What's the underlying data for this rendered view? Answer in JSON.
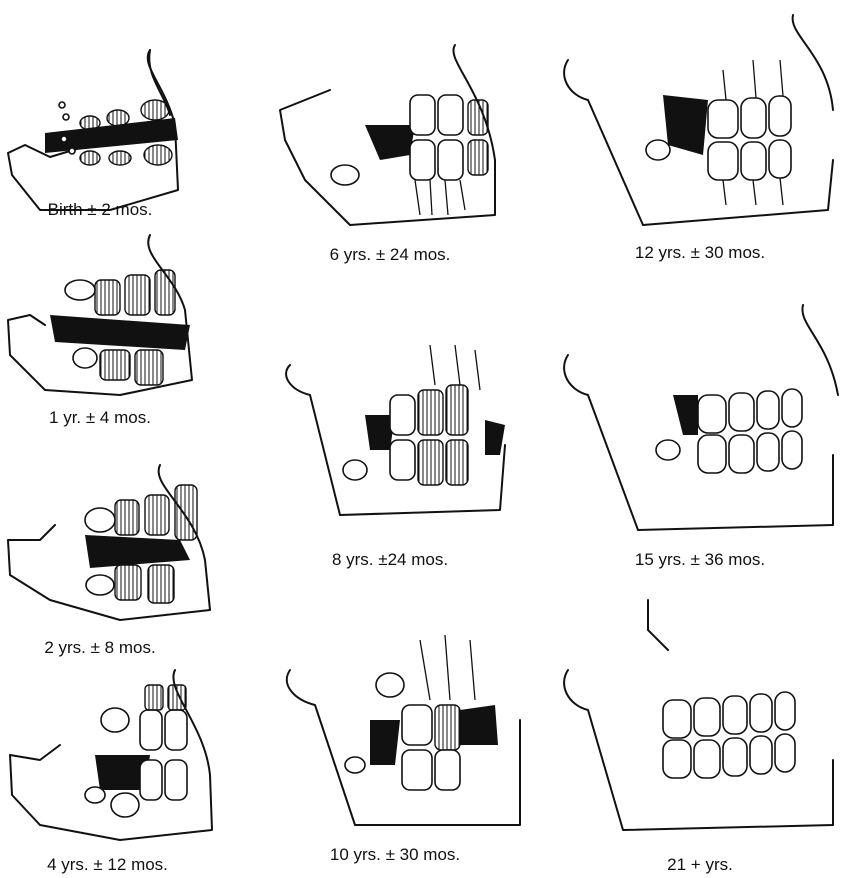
{
  "panels": [
    {
      "id": "birth",
      "caption": "Birth ± 2 mos."
    },
    {
      "id": "1yr",
      "caption": "1 yr. ± 4 mos."
    },
    {
      "id": "2yr",
      "caption": "2 yrs. ± 8 mos."
    },
    {
      "id": "4yr",
      "caption": "4 yrs. ± 12 mos."
    },
    {
      "id": "6yr",
      "caption": "6 yrs. ± 24 mos."
    },
    {
      "id": "8yr",
      "caption": "8 yrs. ±24 mos."
    },
    {
      "id": "10yr",
      "caption": "10 yrs. ± 30 mos."
    },
    {
      "id": "12yr",
      "caption": "12 yrs. ± 30 mos."
    },
    {
      "id": "15yr",
      "caption": "15 yrs. ± 36 mos."
    },
    {
      "id": "21yr",
      "caption": "21 + yrs."
    }
  ]
}
